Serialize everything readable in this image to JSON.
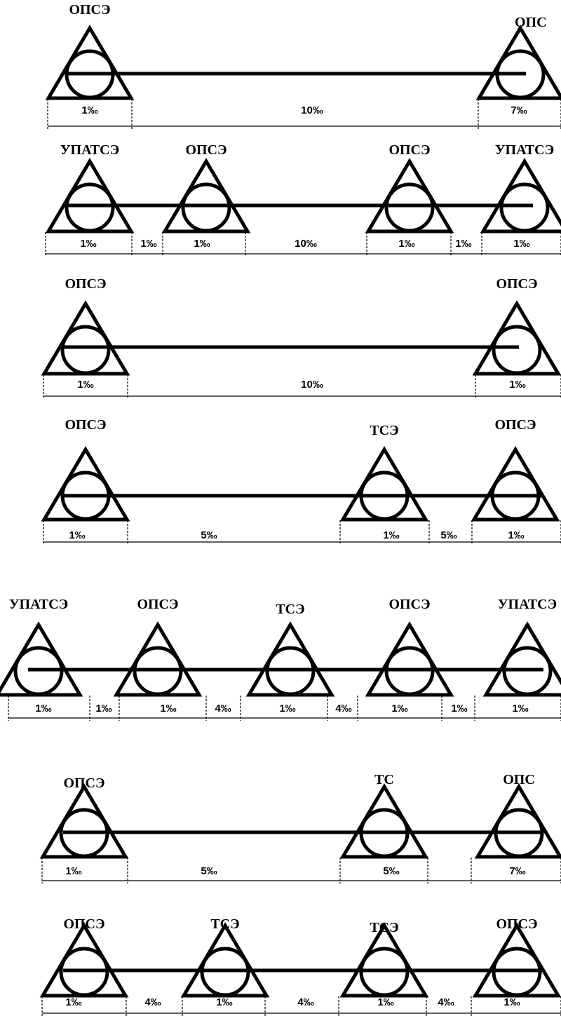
{
  "rows": [
    {
      "stations": [
        {
          "label": "ОПСЭ"
        },
        {
          "label": "ОПС"
        }
      ],
      "segments": [
        {
          "label": "1‰"
        },
        {
          "label": "10‰"
        },
        {
          "label": "7‰"
        }
      ]
    },
    {
      "stations": [
        {
          "label": "УПАТСЭ"
        },
        {
          "label": "ОПСЭ"
        },
        {
          "label": "ОПСЭ"
        },
        {
          "label": "УПАТСЭ"
        }
      ],
      "segments": [
        {
          "label": "1‰"
        },
        {
          "label": "1‰"
        },
        {
          "label": "1‰"
        },
        {
          "label": "10‰"
        },
        {
          "label": "1‰"
        },
        {
          "label": "1‰"
        },
        {
          "label": "1‰"
        }
      ]
    },
    {
      "stations": [
        {
          "label": "ОПСЭ"
        },
        {
          "label": "ОПСЭ"
        }
      ],
      "segments": [
        {
          "label": "1‰"
        },
        {
          "label": "10‰"
        },
        {
          "label": "1‰"
        }
      ]
    },
    {
      "stations": [
        {
          "label": "ОПСЭ"
        },
        {
          "label": "ТСЭ"
        },
        {
          "label": "ОПСЭ"
        }
      ],
      "segments": [
        {
          "label": "1‰"
        },
        {
          "label": "5‰"
        },
        {
          "label": "1‰"
        },
        {
          "label": "5‰"
        },
        {
          "label": "1‰"
        }
      ]
    },
    {
      "stations": [
        {
          "label": "УПАТСЭ"
        },
        {
          "label": "ОПСЭ"
        },
        {
          "label": "ТСЭ"
        },
        {
          "label": "ОПСЭ"
        },
        {
          "label": "УПАТСЭ"
        }
      ],
      "segments": [
        {
          "label": "1‰"
        },
        {
          "label": "1‰"
        },
        {
          "label": "1‰"
        },
        {
          "label": "4‰"
        },
        {
          "label": "1‰"
        },
        {
          "label": "4‰"
        },
        {
          "label": "1‰"
        },
        {
          "label": "1‰"
        },
        {
          "label": "1‰"
        }
      ]
    },
    {
      "stations": [
        {
          "label": "ОПСЭ"
        },
        {
          "label": "ТС"
        },
        {
          "label": "ОПС"
        }
      ],
      "segments": [
        {
          "label": "1‰"
        },
        {
          "label": "5‰"
        },
        {
          "label": "5‰"
        },
        {
          "label": "7‰"
        }
      ]
    },
    {
      "stations": [
        {
          "label": "ОПСЭ"
        },
        {
          "label": "ТСЭ"
        },
        {
          "label": "ТСЭ"
        },
        {
          "label": "ОПСЭ"
        }
      ],
      "segments": [
        {
          "label": "1‰"
        },
        {
          "label": "4‰"
        },
        {
          "label": "1‰"
        },
        {
          "label": "4‰"
        },
        {
          "label": "1‰"
        },
        {
          "label": "4‰"
        },
        {
          "label": "1‰"
        }
      ]
    }
  ]
}
